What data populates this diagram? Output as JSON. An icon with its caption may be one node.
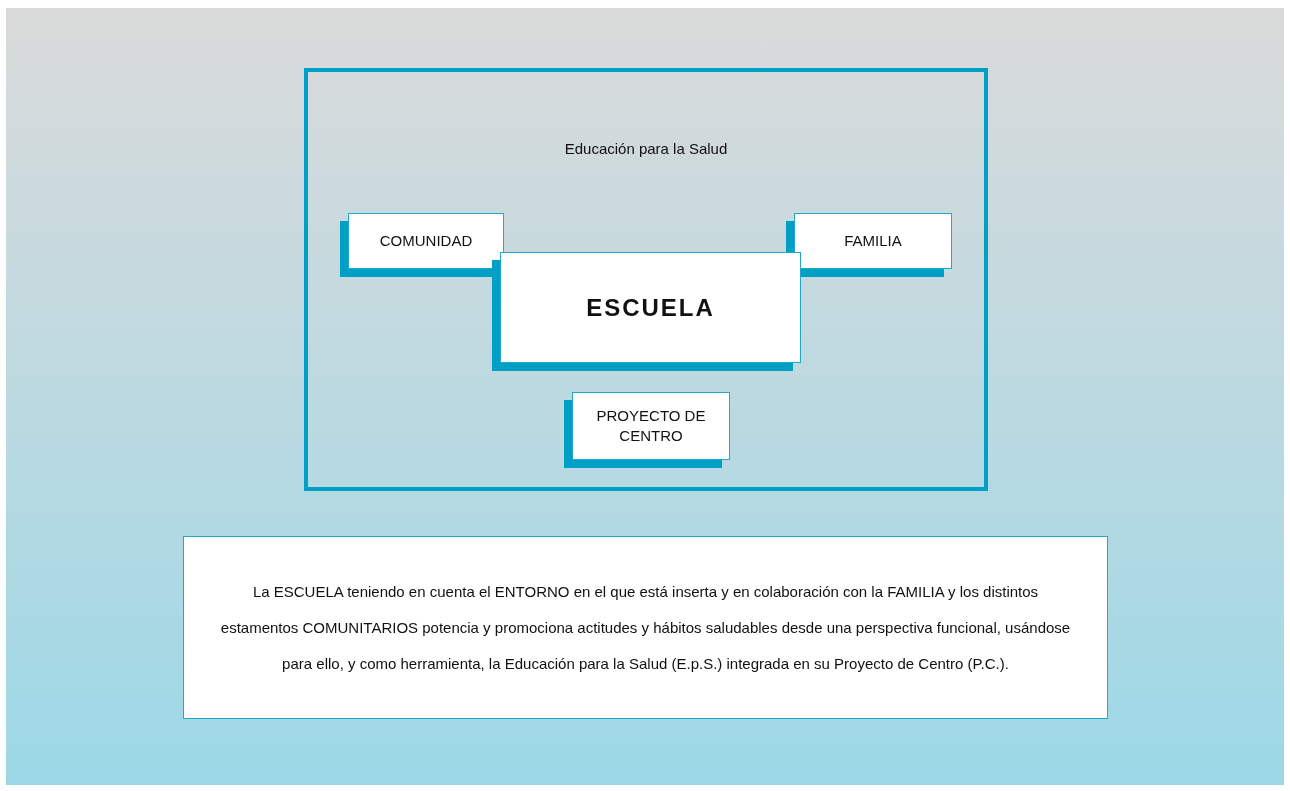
{
  "diagram": {
    "nodes": [
      {
        "text": [
          "Educación para la Salud"
        ]
      },
      {
        "text": [
          "COMUNIDAD"
        ],
        "in": 0
      },
      {
        "text": [
          "FAMILIA"
        ],
        "in": 0
      },
      {
        "text": [
          "ESCUELA"
        ],
        "in": 0
      },
      {
        "text": [
          "PROYECTO DE CENTRO"
        ],
        "in": 0
      },
      {
        "text": [
          "La ESCUELA teniendo en cuenta el ENTORNO en el que está inserta y en colaboración con la FAMILIA y los distintos estamentos COMUNITARIOS potencia y promociona actitudes y hábitos saludables desde una perspectiva funcional, usándose para ello, y como herramienta, la Educación para la Salud (E.p.S.) integrada en su Proyecto de Centro (P.C.)."
        ]
      }
    ]
  }
}
